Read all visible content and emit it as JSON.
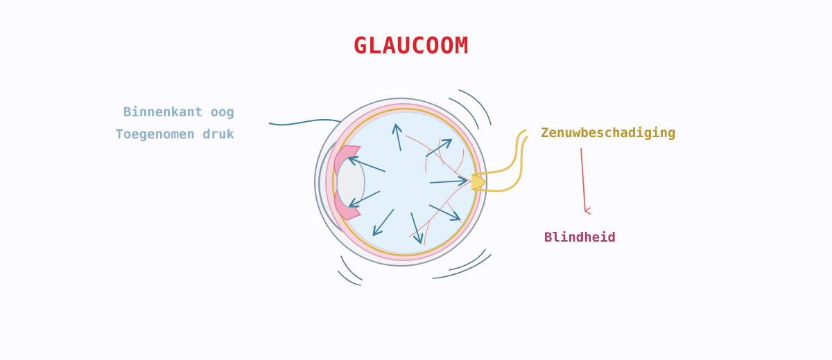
{
  "title": "GLAUCOOM",
  "labels": {
    "inside_line1": "Binnenkant oog",
    "inside_line2": "Toegenomen druk",
    "nerve_damage": "Zenuwbeschadiging",
    "blindness": "Blindheid"
  },
  "colors": {
    "title": "#d8232a",
    "inside_label": "#8fb3c6",
    "nerve_label": "#b8962c",
    "blindness_label": "#a43e6b",
    "pressure_arrows": "#3f7f9b",
    "optic_nerve": "#e7c25a",
    "vitreous": "#e3f1fa",
    "down_arrow": "#d9646a"
  }
}
